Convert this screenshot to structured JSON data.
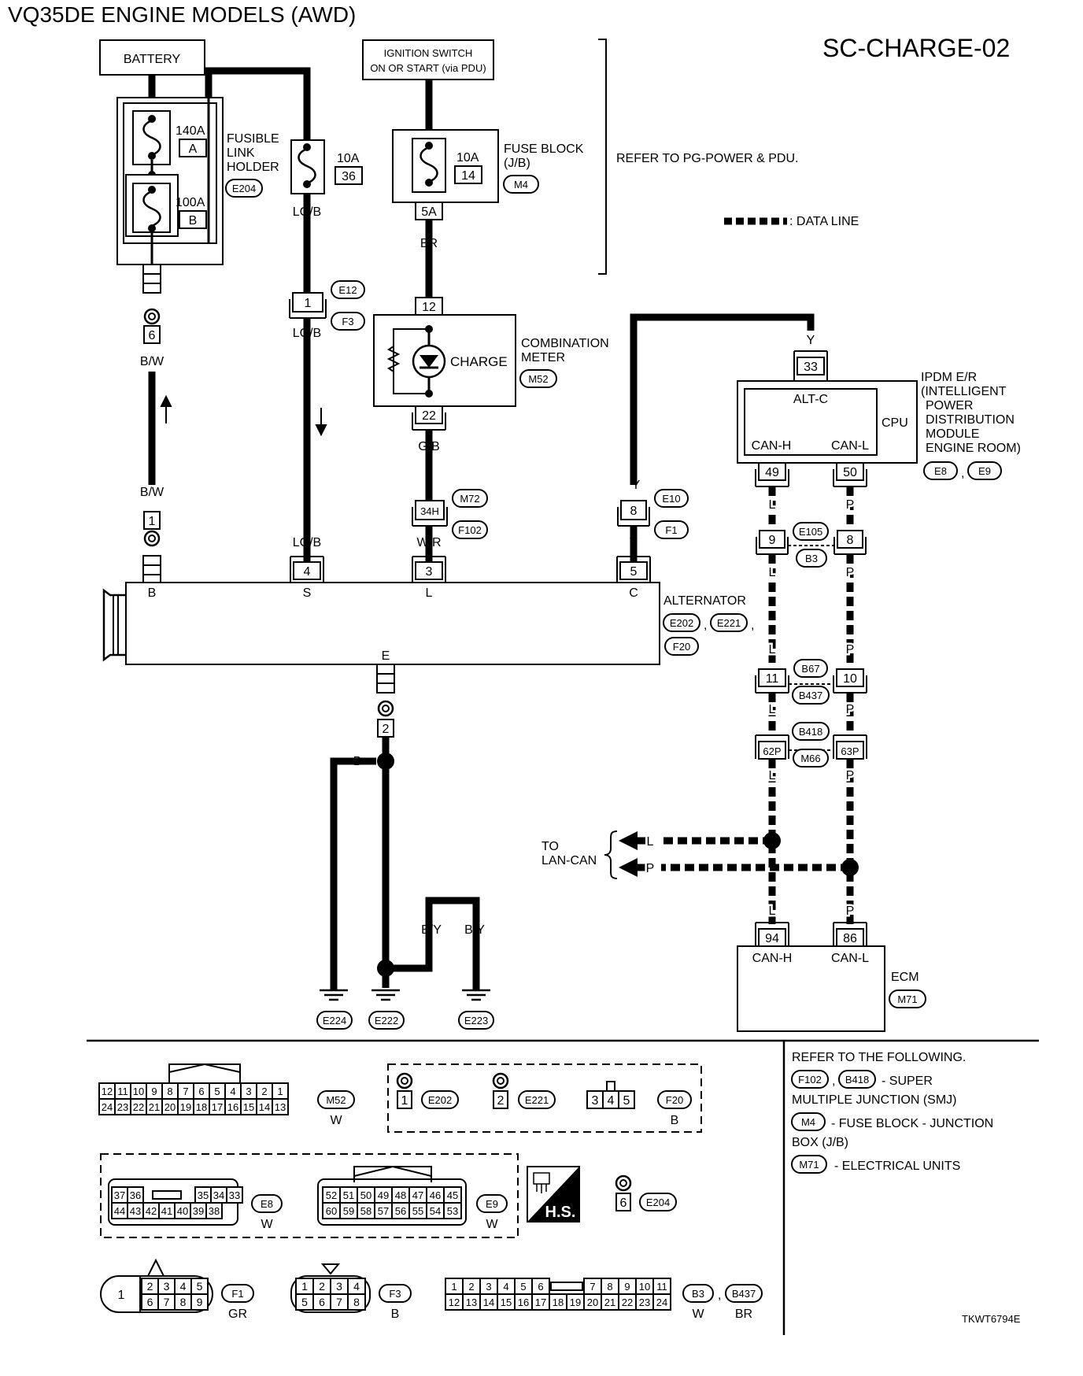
{
  "header": {
    "title": "VQ35DE ENGINE MODELS (AWD)",
    "code": "SC-CHARGE-02",
    "refer_pg": "REFER TO PG-POWER & PDU.",
    "data_line": ": DATA LINE",
    "figure_id": "TKWT6794E"
  },
  "components": {
    "battery": "BATTERY",
    "ignition_line1": "IGNITION SWITCH",
    "ignition_line2": "ON OR START (via PDU)",
    "fusible_link": [
      "FUSIBLE",
      "LINK",
      "HOLDER"
    ],
    "fusible_conn": "E204",
    "fuse_140": "140A",
    "fuse_140_id": "A",
    "fuse_100": "100A",
    "fuse_100_id": "B",
    "fuse_10a_left": "10A",
    "fuse_10a_left_id": "36",
    "fuse_10a_right": "10A",
    "fuse_10a_right_id": "14",
    "fuse_block": [
      "FUSE BLOCK",
      "(J/B)"
    ],
    "fuse_block_conn": "M4",
    "combination_meter": [
      "COMBINATION",
      "METER"
    ],
    "combination_meter_conn": "M52",
    "charge_label": "CHARGE",
    "ipdm": [
      "IPDM E/R",
      "(INTELLIGENT",
      "POWER",
      "DISTRIBUTION",
      "MODULE",
      "ENGINE ROOM)"
    ],
    "ipdm_conn_a": "E8",
    "ipdm_conn_b": "E9",
    "ipdm_altc": "ALT-C",
    "ipdm_cpu": "CPU",
    "ipdm_canh": "CAN-H",
    "ipdm_canl": "CAN-L",
    "alternator": "ALTERNATOR",
    "alt_conns": [
      "E202",
      "E221",
      "F20"
    ],
    "alt_pins": {
      "b": "B",
      "s": "S",
      "l": "L",
      "c": "C",
      "e": "E"
    },
    "ecm": "ECM",
    "ecm_conn": "M71",
    "ecm_canh": "CAN-H",
    "ecm_canl": "CAN-L",
    "to_lan_can": [
      "TO",
      "LAN-CAN"
    ]
  },
  "wires": {
    "lg_b": "LG/B",
    "br": "BR",
    "b_w": "B/W",
    "g_b": "G/B",
    "w_r": "W/R",
    "y": "Y",
    "l": "L",
    "p": "P",
    "b": "B",
    "b_y": "B/Y"
  },
  "pins": {
    "p5a": "5A",
    "p12": "12",
    "p22": "22",
    "p1": "1",
    "p6": "6",
    "p34h": "34H",
    "p8": "8",
    "p33": "33",
    "p49": "49",
    "p50": "50",
    "p9": "9",
    "p11": "11",
    "p10": "10",
    "p62p": "62P",
    "p63p": "63P",
    "p94": "94",
    "p86": "86",
    "p4": "4",
    "p3": "3",
    "p5": "5",
    "p2": "2"
  },
  "connectors": {
    "e12": "E12",
    "f3": "F3",
    "m72": "M72",
    "f102": "F102",
    "e10": "E10",
    "f1": "F1",
    "e105": "E105",
    "b3": "B3",
    "b67": "B67",
    "b437": "B437",
    "b418": "B418",
    "m66": "M66",
    "e224": "E224",
    "e222": "E222",
    "e223": "E223"
  },
  "legend": {
    "m52_top": [
      "12",
      "11",
      "10",
      "9",
      "8",
      "7",
      "6",
      "5",
      "4",
      "3",
      "2",
      "1"
    ],
    "m52_bottom": [
      "24",
      "23",
      "22",
      "21",
      "20",
      "19",
      "18",
      "17",
      "16",
      "15",
      "14",
      "13"
    ],
    "m52_label": "M52",
    "m52_color": "W",
    "e202_pin": "1",
    "e202": "E202",
    "e221_pin": "2",
    "e221": "E221",
    "f20_pins": [
      "3",
      "4",
      "5"
    ],
    "f20": "F20",
    "f20_color": "B",
    "e8_top": [
      "37",
      "36",
      "35",
      "34",
      "33"
    ],
    "e8_bottom": [
      "44",
      "43",
      "42",
      "41",
      "40",
      "39",
      "38"
    ],
    "e8": "E8",
    "e8_color": "W",
    "e9_top": [
      "52",
      "51",
      "50",
      "49",
      "48",
      "47",
      "46",
      "45"
    ],
    "e9_bottom": [
      "60",
      "59",
      "58",
      "57",
      "56",
      "55",
      "54",
      "53"
    ],
    "e9": "E9",
    "e9_color": "W",
    "hs": "H.S.",
    "e204_pin": "6",
    "e204": "E204",
    "f1_big": "1",
    "f1_top": [
      "2",
      "3",
      "4",
      "5"
    ],
    "f1_bottom": [
      "6",
      "7",
      "8",
      "9"
    ],
    "f1": "F1",
    "f1_color": "GR",
    "f3_top": [
      "1",
      "2",
      "3",
      "4"
    ],
    "f3_bottom": [
      "5",
      "6",
      "7",
      "8"
    ],
    "f3": "F3",
    "f3_color": "B",
    "b3_top": [
      "1",
      "2",
      "3",
      "4",
      "5",
      "6",
      "7",
      "8",
      "9",
      "10",
      "11"
    ],
    "b3_bottom": [
      "12",
      "13",
      "14",
      "15",
      "16",
      "17",
      "18",
      "19",
      "20",
      "21",
      "22",
      "23",
      "24"
    ],
    "b3": "B3",
    "b3_color": "W",
    "b437": "B437",
    "b437_color": "BR",
    "refer_title": "REFER TO THE FOLLOWING.",
    "refer_f102": "F102",
    "refer_b418": "B418",
    "refer_smj_1": "- SUPER",
    "refer_smj_2": "MULTIPLE JUNCTION (SMJ)",
    "refer_m4": "M4",
    "refer_jb_1": "- FUSE BLOCK - JUNCTION",
    "refer_jb_2": "BOX (J/B)",
    "refer_m71": "M71",
    "refer_eu": "- ELECTRICAL UNITS"
  }
}
